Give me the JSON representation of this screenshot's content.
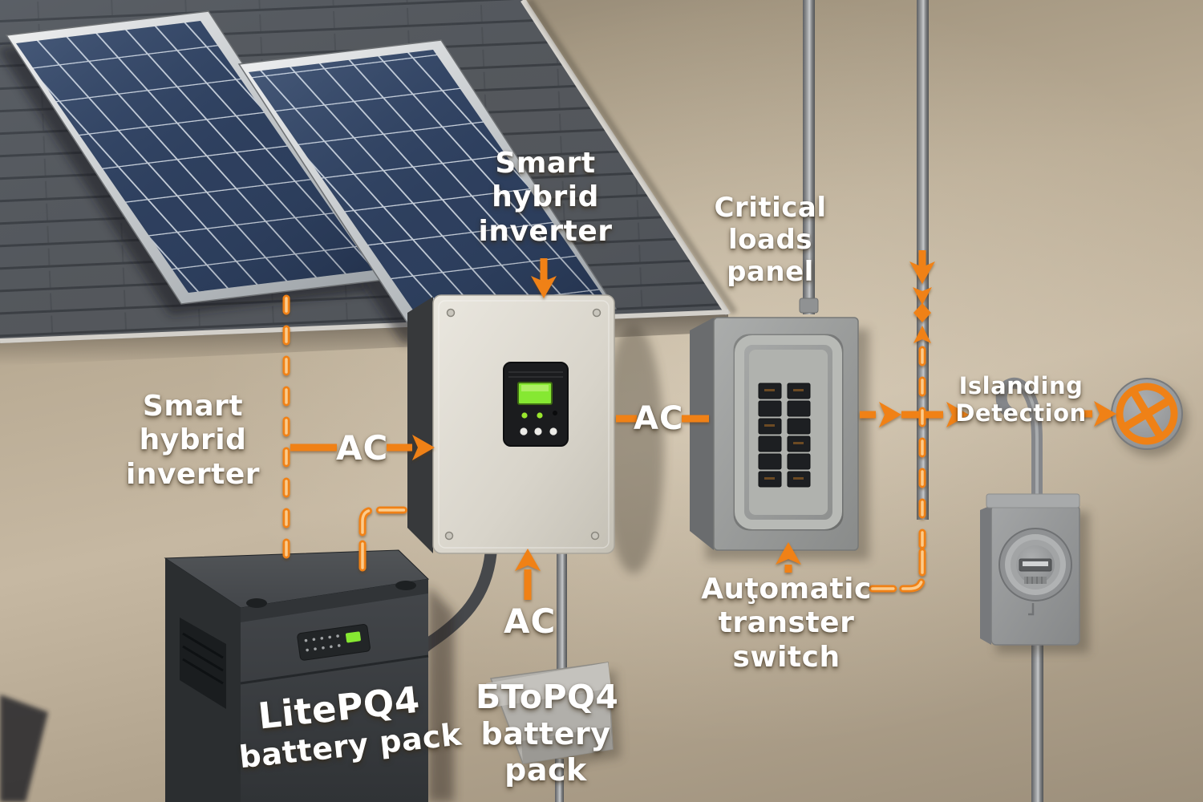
{
  "diagram": {
    "scene": "residential-solar-backup-power-illustration",
    "labels": {
      "inverter_top": {
        "lines": [
          "Smart",
          "hybrid",
          "inverter"
        ]
      },
      "inverter_left": {
        "lines": [
          "Smart",
          "hybrid",
          "inverter"
        ]
      },
      "critical_loads_panel": {
        "lines": [
          "Critical",
          "loads",
          "panel"
        ]
      },
      "islanding_detection": {
        "lines": [
          "Islanding",
          "Detection"
        ]
      },
      "automatic_transfer_switch": {
        "lines": [
          "Auţomatic",
          "transter",
          "switch"
        ]
      },
      "battery_main": {
        "name": "LitePQ4",
        "caption": "battery pack"
      },
      "battery_small": {
        "lines": [
          "БToPQ4",
          "battery",
          "pack"
        ]
      },
      "ac_left": "AC",
      "ac_middle": "AC",
      "ac_bottom": "AC"
    },
    "icons": {
      "islanding_blocked": "circle-x-icon"
    },
    "components": [
      "solar-panels",
      "smart-hybrid-inverter",
      "critical-loads-panel",
      "automatic-transfer-switch",
      "LitePQ4-battery-pack",
      "БToPQ4-battery-pack",
      "utility-meter",
      "islanding-detection-point"
    ],
    "colors": {
      "accent_orange": "#f08116",
      "accent_orange_core": "#ffd9a0",
      "wall": "#b7aa94",
      "roof": "#4e5155",
      "panel_cell_blue": "#2d3e5c",
      "inverter_body": "#ddd9d0",
      "screen_green": "#86e832",
      "battery_body": "#3a3d40",
      "metal_gray": "#989a99",
      "label_text": "#ffffff"
    }
  }
}
